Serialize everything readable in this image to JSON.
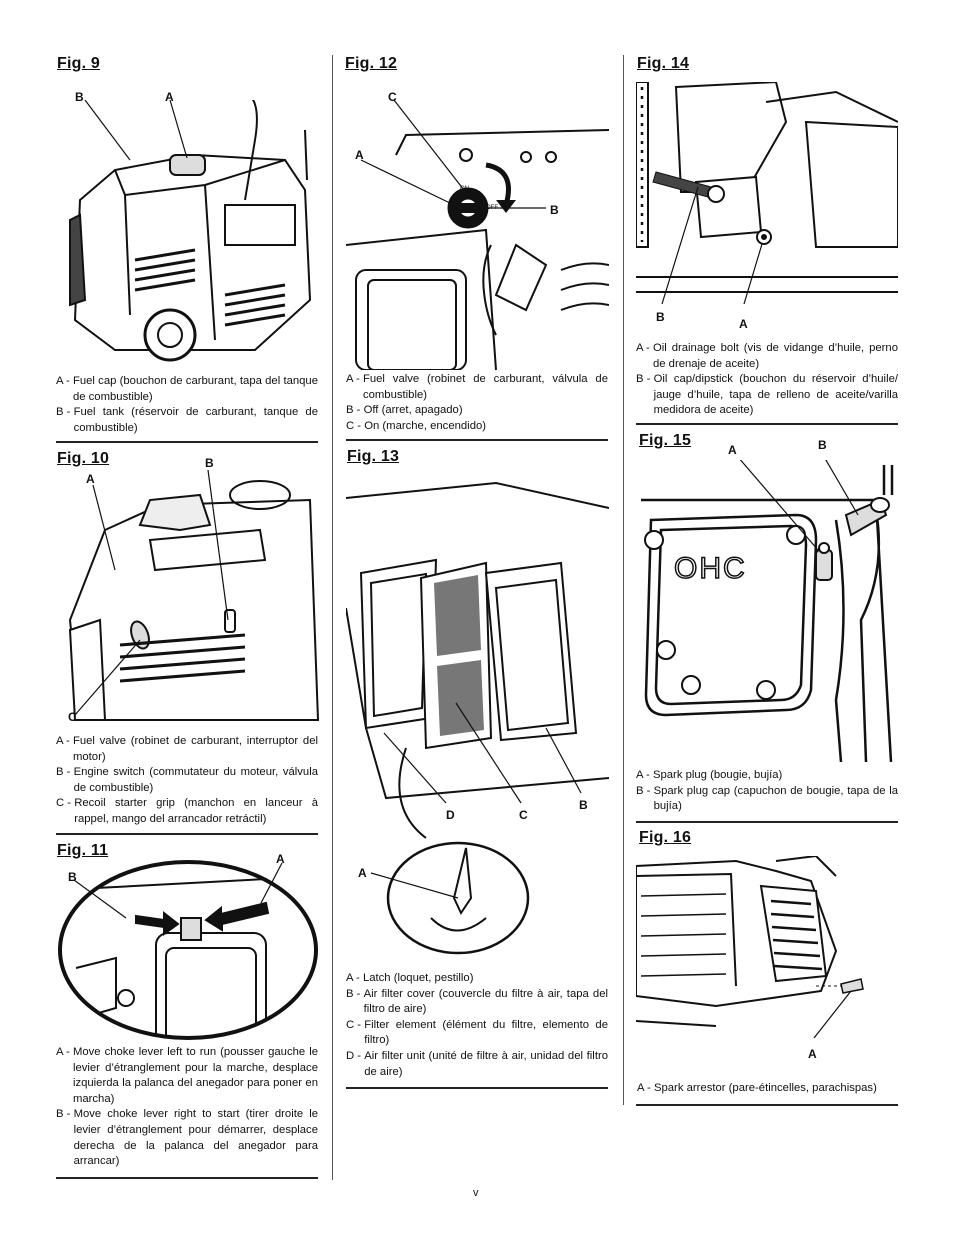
{
  "page_number": "v",
  "figures": {
    "fig9": {
      "title": "Fig. 9",
      "callouts": {
        "b": "B",
        "a": "A"
      },
      "captions": [
        {
          "key": "A -",
          "text": "Fuel cap (bouchon de carburant, tapa del tanque de combustible)"
        },
        {
          "key": "B -",
          "text": "Fuel tank (réservoir de carburant, tanque de combustible)"
        }
      ]
    },
    "fig10": {
      "title": "Fig. 10",
      "callouts": {
        "a": "A",
        "b": "B",
        "c": "C"
      },
      "captions": [
        {
          "key": "A -",
          "text": "Fuel valve (robinet de carburant, interruptor del motor)"
        },
        {
          "key": "B -",
          "text": "Engine switch (commutateur du moteur, válvula de combustible)"
        },
        {
          "key": "C -",
          "text": "Recoil starter grip (manchon en lanceur à rappel, mango del arrancador retráctil)"
        }
      ]
    },
    "fig11": {
      "title": "Fig. 11",
      "callouts": {
        "b": "B",
        "a": "A"
      },
      "captions": [
        {
          "key": "A -",
          "text": "Move choke lever left to run (pousser gauche le levier d’étranglement pour la marche, desplace izquierda la palanca del anegador para poner en marcha)"
        },
        {
          "key": "B -",
          "text": "Move choke lever right to start (tirer droite le levier d’étranglement pour démarrer, desplace derecha de la palanca del anegador para arrancar)"
        }
      ]
    },
    "fig12": {
      "title": "Fig. 12",
      "callouts": {
        "c": "C",
        "a": "A",
        "b": "B"
      },
      "valve_labels": {
        "on": "ON",
        "off": "OFF"
      },
      "captions": [
        {
          "key": "A -",
          "text": "Fuel valve (robinet de carburant, válvula de combustible)"
        },
        {
          "key": "B -",
          "text": "Off (arret, apagado)"
        },
        {
          "key": "C -",
          "text": "On (marche, encendido)"
        }
      ]
    },
    "fig13": {
      "title": "Fig. 13",
      "callouts": {
        "d": "D",
        "c": "C",
        "b": "B",
        "a": "A"
      },
      "captions": [
        {
          "key": "A -",
          "text": "Latch (loquet, pestillo)"
        },
        {
          "key": "B -",
          "text": "Air filter cover (couvercle du filtre à air, tapa del filtro de aire)"
        },
        {
          "key": "C -",
          "text": "Filter element (élément du filtre, elemento de filtro)"
        },
        {
          "key": "D -",
          "text": "Air filter unit (unité de filtre à air, unidad del filtro de aire)"
        }
      ]
    },
    "fig14": {
      "title": "Fig. 14",
      "callouts": {
        "b": "B",
        "a": "A"
      },
      "captions": [
        {
          "key": "A -",
          "text": "Oil drainage bolt (vis de vidange d’huile, perno de drenaje de aceite)"
        },
        {
          "key": "B -",
          "text": "Oil cap/dipstick (bouchon du réservoir d’huile/ jauge d’huile, tapa de relleno de aceite/varilla medidora de aceite)"
        }
      ]
    },
    "fig15": {
      "title": "Fig. 15",
      "callouts": {
        "a": "A",
        "b": "B"
      },
      "engine_mark": "OHC",
      "captions": [
        {
          "key": "A -",
          "text": "Spark plug (bougie, bujía)"
        },
        {
          "key": "B -",
          "text": "Spark plug cap (capuchon de bougie, tapa de la bujía)"
        }
      ]
    },
    "fig16": {
      "title": "Fig. 16",
      "callouts": {
        "a": "A"
      },
      "captions": [
        {
          "key": "A -",
          "text": "Spark arrestor (pare-étincelles, parachispas)"
        }
      ]
    }
  }
}
